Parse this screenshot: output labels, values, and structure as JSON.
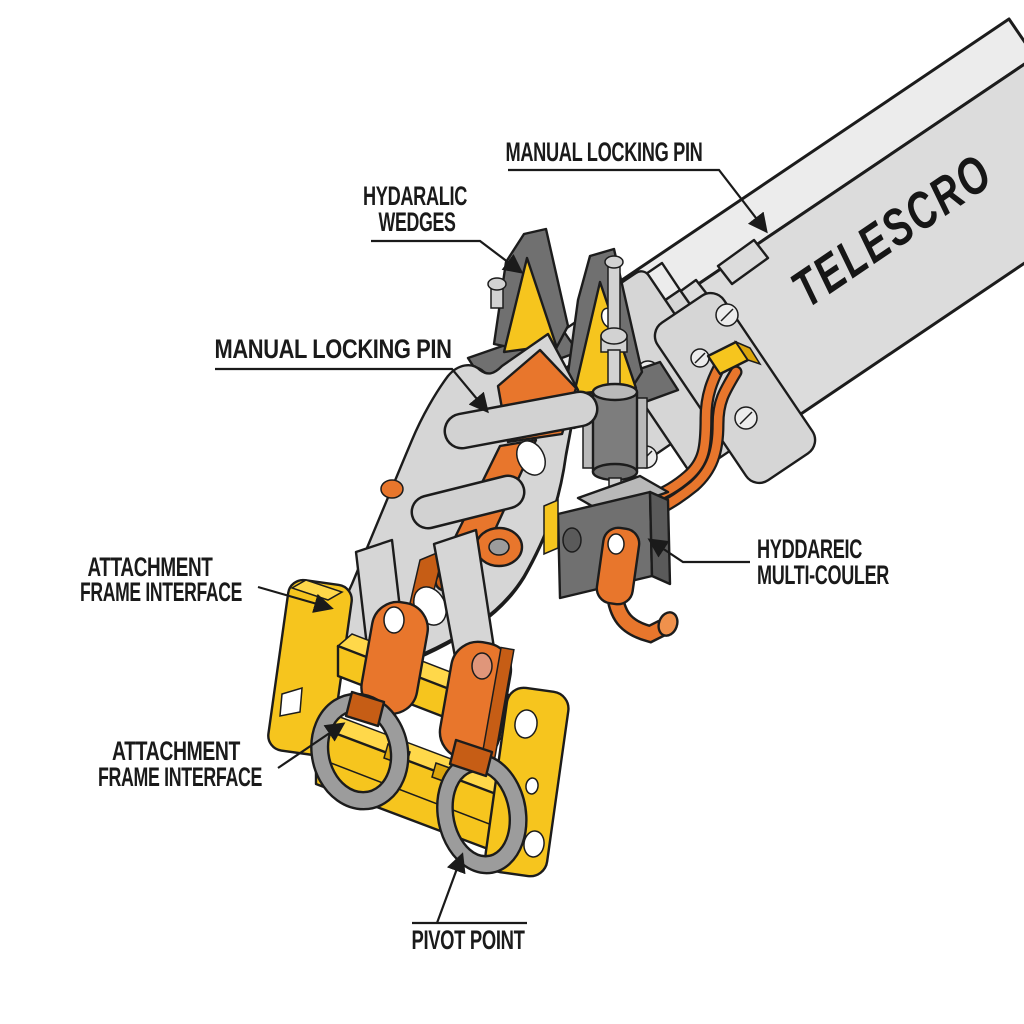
{
  "diagram": {
    "kind": "isometric-technical-illustration",
    "brand_on_boom": "TELESCRO",
    "labels": {
      "manual_locking_pin_top": "MANUAL LOCKING PIN",
      "hydraulic_wedges": {
        "line1": "HYDARALIC",
        "line2": "WEDGES"
      },
      "manual_locking_pin_left": "MANUAL LOCKING PIN",
      "attachment_frame_interface_upper": {
        "line1": "ATTACHMENT",
        "line2": "FRAME INTERFACE"
      },
      "attachment_frame_interface_lower": {
        "line1": "ATTACHMENT",
        "line2": "FRAME INTERFACE"
      },
      "hydraulic_multi_coupler": {
        "line1": "HYDDAREIC",
        "line2": "MULTI-COULER"
      },
      "pivot_point": "PIVOT POINT"
    },
    "colors": {
      "background": "#ffffff",
      "outline": "#1c1c1c",
      "label_text": "#1a1a1a",
      "boom": "#dcdcdc",
      "boom_top": "#ececec",
      "steel_light": "#d6d6d6",
      "steel_mid": "#b9b9b9",
      "steel_dark": "#707070",
      "steel_darker": "#5a5a5a",
      "rod": "#d2d2d2",
      "cylinder": "#7d7d7d",
      "ring": "#9c9c9c",
      "yellow": "#f6c51e",
      "yellow_light": "#ffd84a",
      "yellow_dark": "#dca60c",
      "orange": "#e8762c",
      "orange_light": "#f0914c",
      "orange_dark": "#c65d15",
      "hole_white": "#ffffff",
      "hole_salmon": "#e0967a"
    }
  }
}
